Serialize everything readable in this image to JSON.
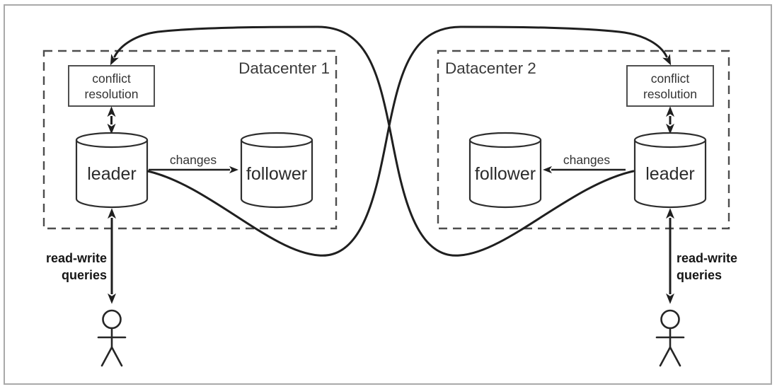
{
  "colors": {
    "background": "#ffffff",
    "frame_border": "#a9a9a9",
    "line": "#1f1f1f",
    "dashed_box": "#4d4d4d",
    "text": "#333333"
  },
  "datacenter1": {
    "label": "Datacenter 1",
    "conflict_resolution_line1": "conflict",
    "conflict_resolution_line2": "resolution",
    "leader_label": "leader",
    "follower_label": "follower",
    "changes_label": "changes",
    "queries_line1": "read-write",
    "queries_line2": "queries"
  },
  "datacenter2": {
    "label": "Datacenter 2",
    "conflict_resolution_line1": "conflict",
    "conflict_resolution_line2": "resolution",
    "leader_label": "leader",
    "follower_label": "follower",
    "changes_label": "changes",
    "queries_line1": "read-write",
    "queries_line2": "queries"
  }
}
